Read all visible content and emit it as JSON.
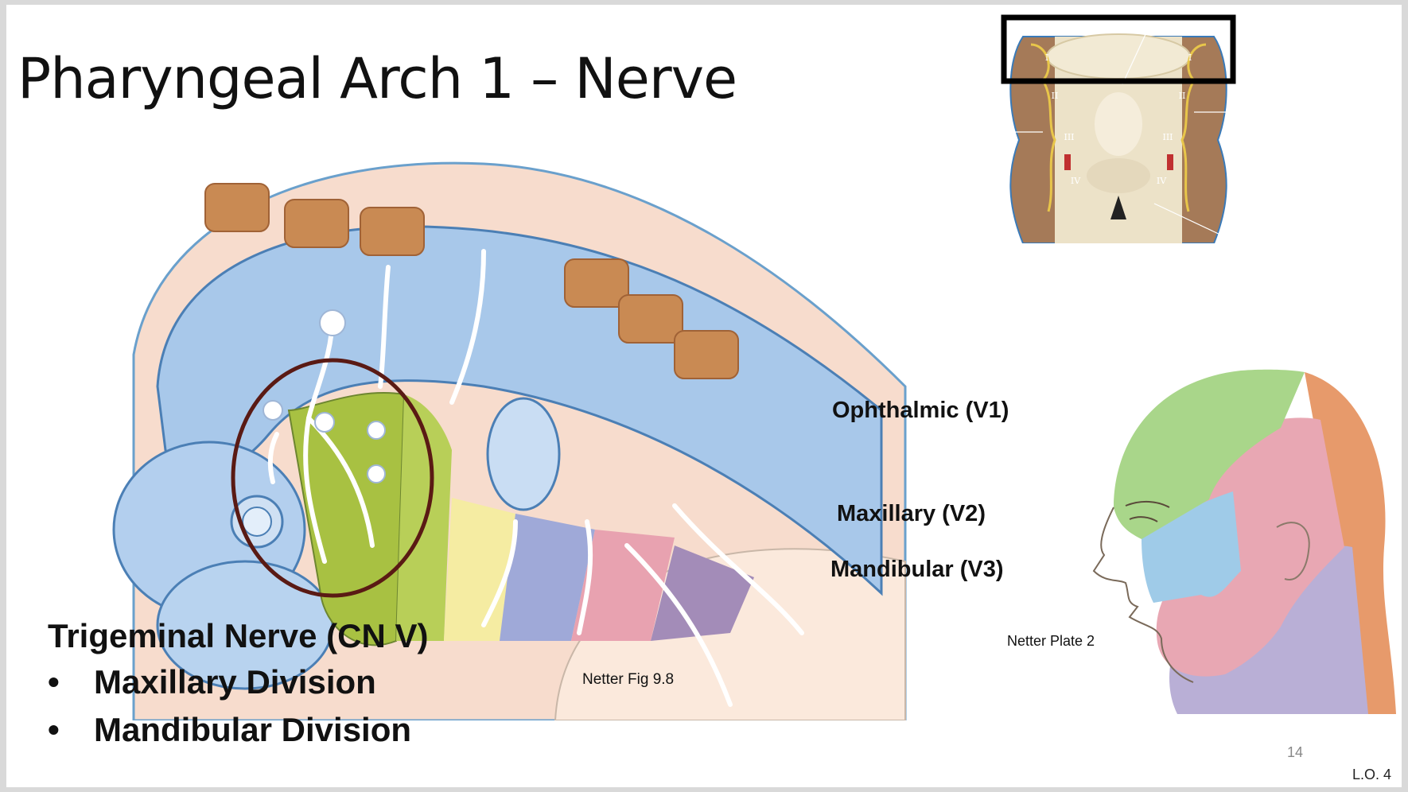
{
  "slide": {
    "title": "Pharyngeal Arch 1 – Nerve",
    "page_number": "14",
    "objective_tag": "L.O. 4"
  },
  "embryo_figure": {
    "caption": "Netter Fig 9.8",
    "highlight_color": "#5a1a14"
  },
  "head_figure": {
    "caption": "Netter Plate 2",
    "labels": {
      "v1": "Ophthalmic (V1)",
      "v2": "Maxillary (V2)",
      "v3": "Mandibular (V3)"
    },
    "colors": {
      "v1": "#a9d68a",
      "v2": "#9fcbe8",
      "v3": "#e8a7b3",
      "neck": "#b9afd6",
      "scalp": "#e79a6b"
    }
  },
  "arch_figure": {
    "roman_labels": [
      "I",
      "I",
      "II",
      "II",
      "III",
      "III",
      "IV",
      "IV"
    ]
  },
  "text_block": {
    "heading": "Trigeminal Nerve (CN V)",
    "bullet_symbol": "•",
    "items": [
      "Maxillary Division",
      "Mandibular Division"
    ]
  }
}
